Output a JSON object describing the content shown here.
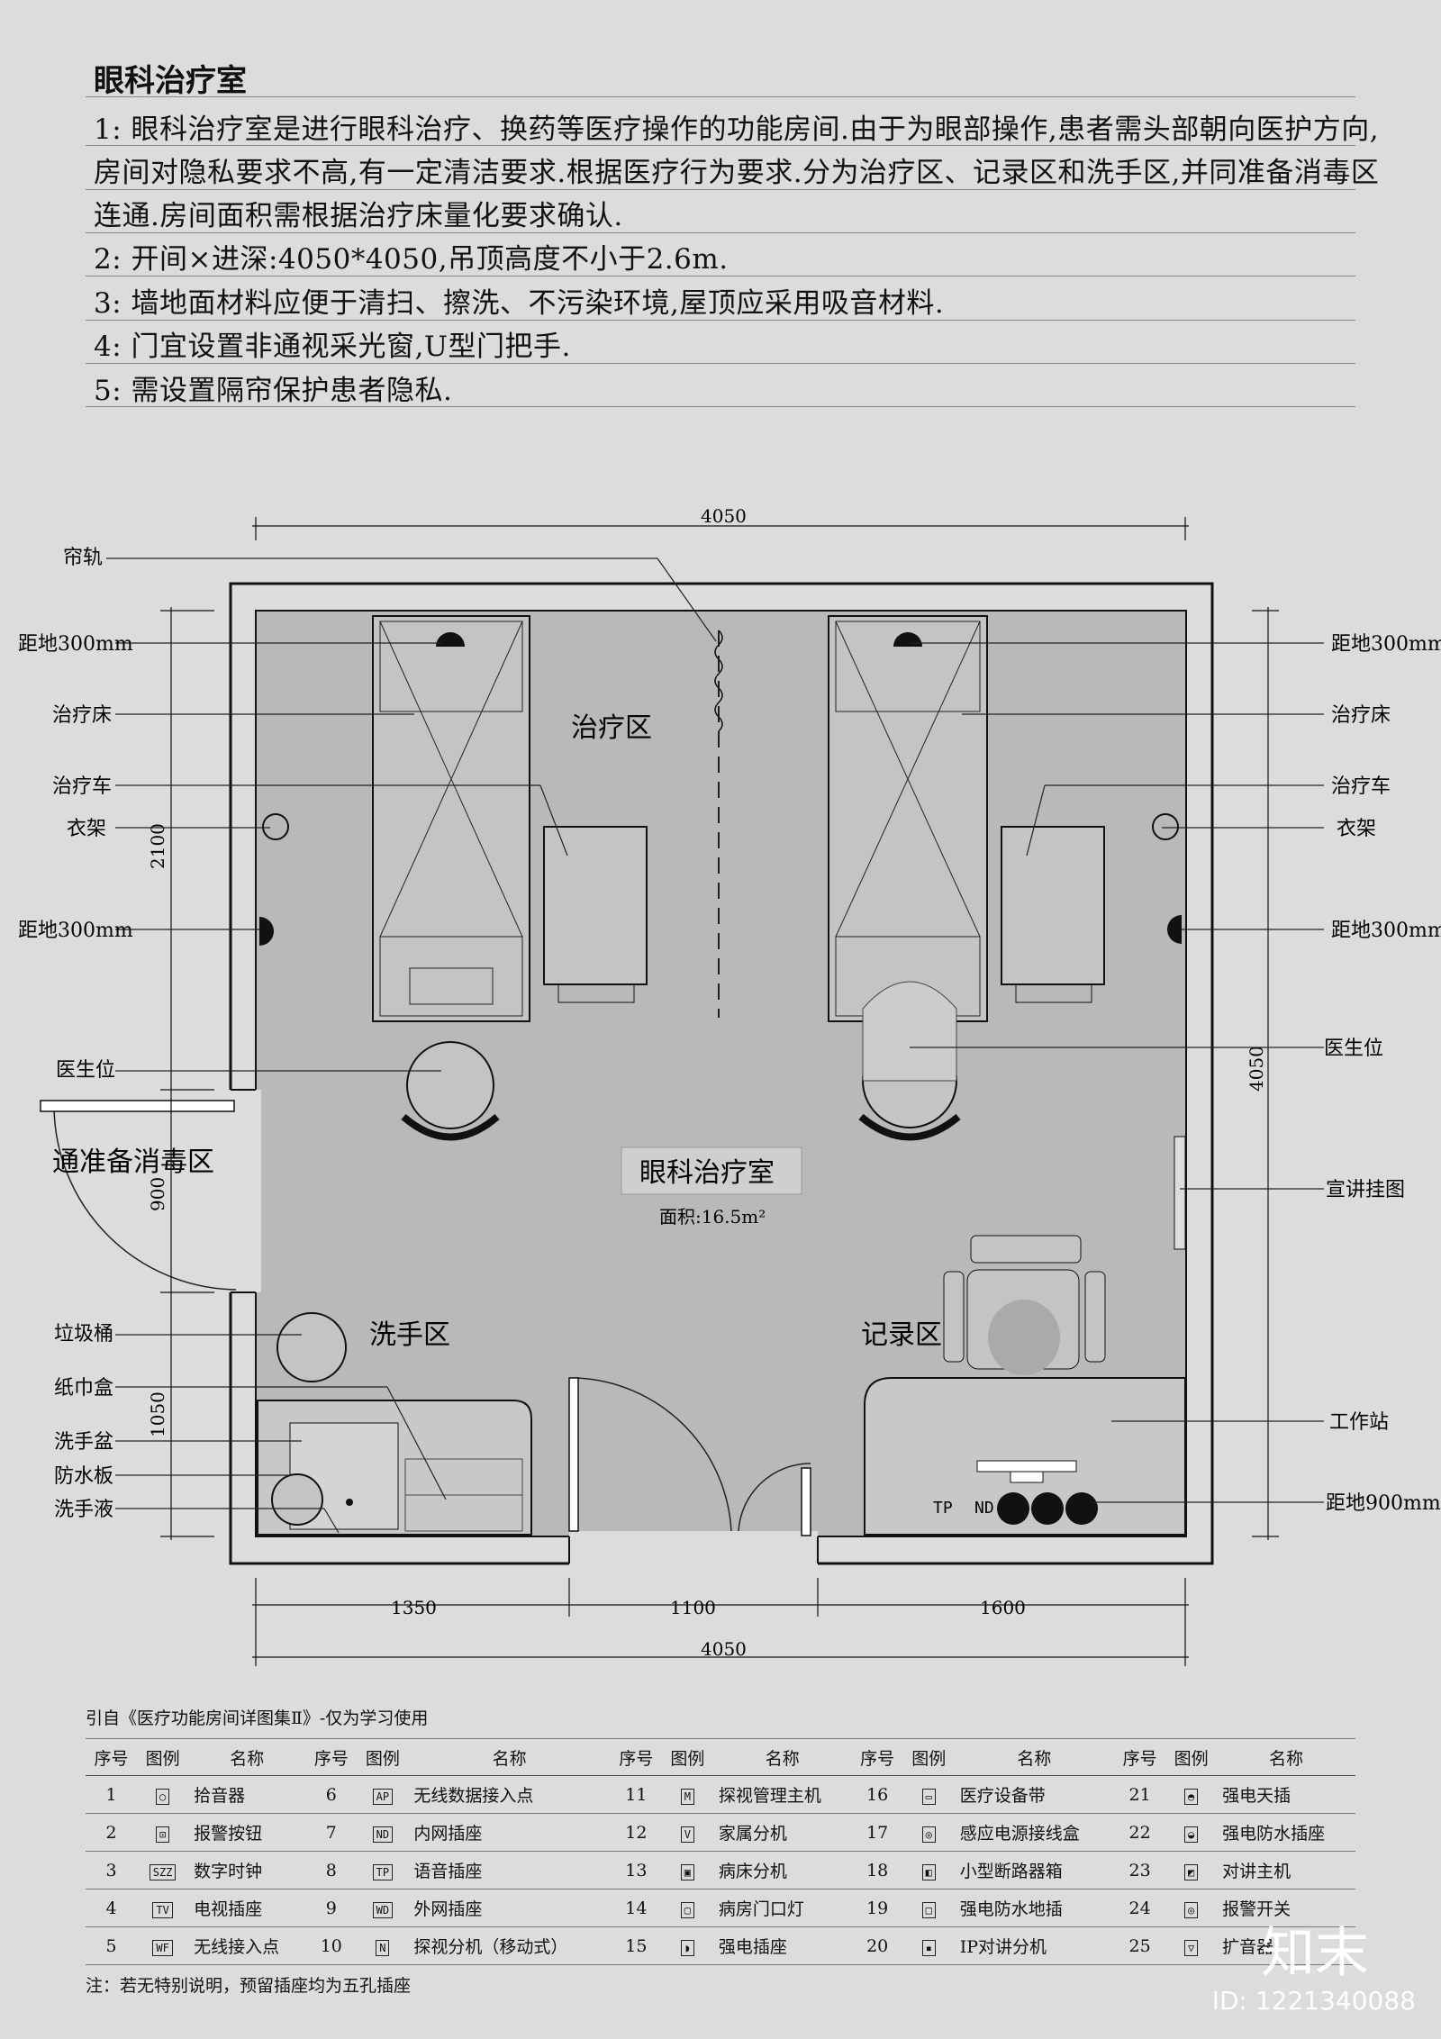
{
  "title": "眼科治疗室",
  "notes": [
    "1: 眼科治疗室是进行眼科治疗、换药等医疗操作的功能房间.由于为眼部操作,患者需头部朝向医护方向,",
    "房间对隐私要求不高,有一定清洁要求.根据医疗行为要求.分为治疗区、记录区和洗手区,并同准备消毒区",
    "连通.房间面积需根据治疗床量化要求确认.",
    "2: 开间×进深:4050*4050,吊顶高度不小于2.6m.",
    "3: 墙地面材料应便于清扫、擦洗、不污染环境,屋顶应采用吸音材料.",
    "4: 门宜设置非通视采光窗,U型门把手.",
    "5: 需设置隔帘保护患者隐私."
  ],
  "plan": {
    "dims": {
      "top": "4050",
      "left_upper": "2100",
      "left_mid": "900",
      "left_lower": "1050",
      "right": "4050",
      "bottom_a": "1350",
      "bottom_b": "1100",
      "bottom_c": "1600",
      "bottom_total": "4050"
    },
    "zones": {
      "treatment": "治疗区",
      "room_name": "眼科治疗室",
      "area": "面积:16.5m²",
      "wash": "洗手区",
      "record": "记录区",
      "to_prep": "通准备消毒区"
    },
    "labels_left": {
      "curtain_rail": "帘轨",
      "height300_a": "距地300mm",
      "bed": "治疗床",
      "cart": "治疗车",
      "coat_rack": "衣架",
      "height300_b": "距地300mm",
      "doctor": "医生位",
      "bin": "垃圾桶",
      "tissue": "纸巾盒",
      "basin": "洗手盆",
      "splash": "防水板",
      "soap": "洗手液"
    },
    "labels_right": {
      "height300_a": "距地300mm",
      "bed": "治疗床",
      "cart": "治疗车",
      "coat_rack": "衣架",
      "height300_b": "距地300mm",
      "doctor": "医生位",
      "poster": "宣讲挂图",
      "workstation": "工作站",
      "height900": "距地900mm"
    },
    "socket_codes": {
      "tp": "TP",
      "nd": "ND"
    }
  },
  "source": "引自《医疗功能房间详图集Ⅱ》-仅为学习使用",
  "legend": {
    "headers": [
      "序号",
      "图例",
      "名称"
    ],
    "rows": [
      [
        [
          "1",
          "○",
          "拾音器"
        ],
        [
          "6",
          "AP",
          "无线数据接入点"
        ],
        [
          "11",
          "M",
          "探视管理主机"
        ],
        [
          "16",
          "▭",
          "医疗设备带"
        ],
        [
          "21",
          "◓",
          "强电天插"
        ]
      ],
      [
        [
          "2",
          "⊡",
          "报警按钮"
        ],
        [
          "7",
          "ND",
          "内网插座"
        ],
        [
          "12",
          "V",
          "家属分机"
        ],
        [
          "17",
          "◎",
          "感应电源接线盒"
        ],
        [
          "22",
          "◒",
          "强电防水插座"
        ]
      ],
      [
        [
          "3",
          "SZZ",
          "数字时钟"
        ],
        [
          "8",
          "TP",
          "语音插座"
        ],
        [
          "13",
          "▣",
          "病床分机"
        ],
        [
          "18",
          "◧",
          "小型断路器箱"
        ],
        [
          "23",
          "◩",
          "对讲主机"
        ]
      ],
      [
        [
          "4",
          "TV",
          "电视插座"
        ],
        [
          "9",
          "WD",
          "外网插座"
        ],
        [
          "14",
          "▢",
          "病房门口灯"
        ],
        [
          "19",
          "□",
          "强电防水地插"
        ],
        [
          "24",
          "◎",
          "报警开关"
        ]
      ],
      [
        [
          "5",
          "WF",
          "无线接入点"
        ],
        [
          "10",
          "N",
          "探视分机（移动式）"
        ],
        [
          "15",
          "◗",
          "强电插座"
        ],
        [
          "20",
          "▪",
          "IP对讲分机"
        ],
        [
          "25",
          "▽",
          "扩音器"
        ]
      ]
    ]
  },
  "footnote": "注：若无特别说明，预留插座均为五孔插座",
  "brand": "知末",
  "image_id": "ID: 1221340088"
}
